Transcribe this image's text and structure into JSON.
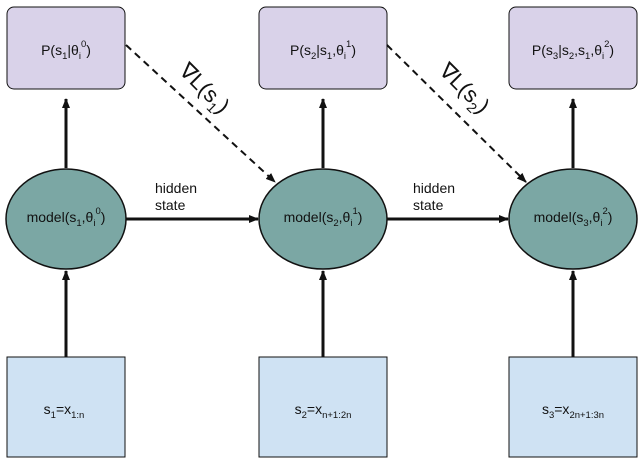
{
  "colors": {
    "output_fill": "#d9d2e9",
    "model_fill": "#7ba7a4",
    "input_fill": "#cfe2f3",
    "stroke": "#111111"
  },
  "outputs": [
    {
      "base": "P(s",
      "sub1": "1",
      "mid1": "|θ",
      "sub2": "i",
      "sup2": "0",
      "end": ")"
    },
    {
      "base": "P(s",
      "sub1": "2",
      "mid1": "|s",
      "sub2": "1",
      "mid2": ",θ",
      "sub3": "i",
      "sup3": "1",
      "end": ")"
    },
    {
      "base": "P(s",
      "sub1": "3",
      "mid1": "|s",
      "sub2": "2",
      "mid2": ",s",
      "sub3": "1",
      "mid3": ",θ",
      "sub4": "i",
      "sup4": "2",
      "end": ")"
    }
  ],
  "models": [
    {
      "base": "model(s",
      "sub1": "1",
      "mid": ",θ",
      "sub2": "i",
      "sup2": "0",
      "end": ")"
    },
    {
      "base": "model(s",
      "sub1": "2",
      "mid": ",θ",
      "sub2": "i",
      "sup2": "1",
      "end": ")"
    },
    {
      "base": "model(s",
      "sub1": "3",
      "mid": ",θ",
      "sub2": "i",
      "sup2": "2",
      "end": ")"
    }
  ],
  "inputs": [
    {
      "base": "s",
      "sub1": "1",
      "mid": "=x",
      "sub2": "1:n"
    },
    {
      "base": "s",
      "sub1": "2",
      "mid": "=x",
      "sub2": "n+1:2n"
    },
    {
      "base": "s",
      "sub1": "3",
      "mid": "=x",
      "sub2": "2n+1:3n"
    }
  ],
  "hidden_state": {
    "line1": "hidden",
    "line2": "state"
  },
  "gradients": [
    {
      "nabla": "∇",
      "text": "L(s",
      "sub": "1",
      "end": ")"
    },
    {
      "nabla": "∇",
      "text": "L(s",
      "sub": "2",
      "end": ")"
    }
  ]
}
